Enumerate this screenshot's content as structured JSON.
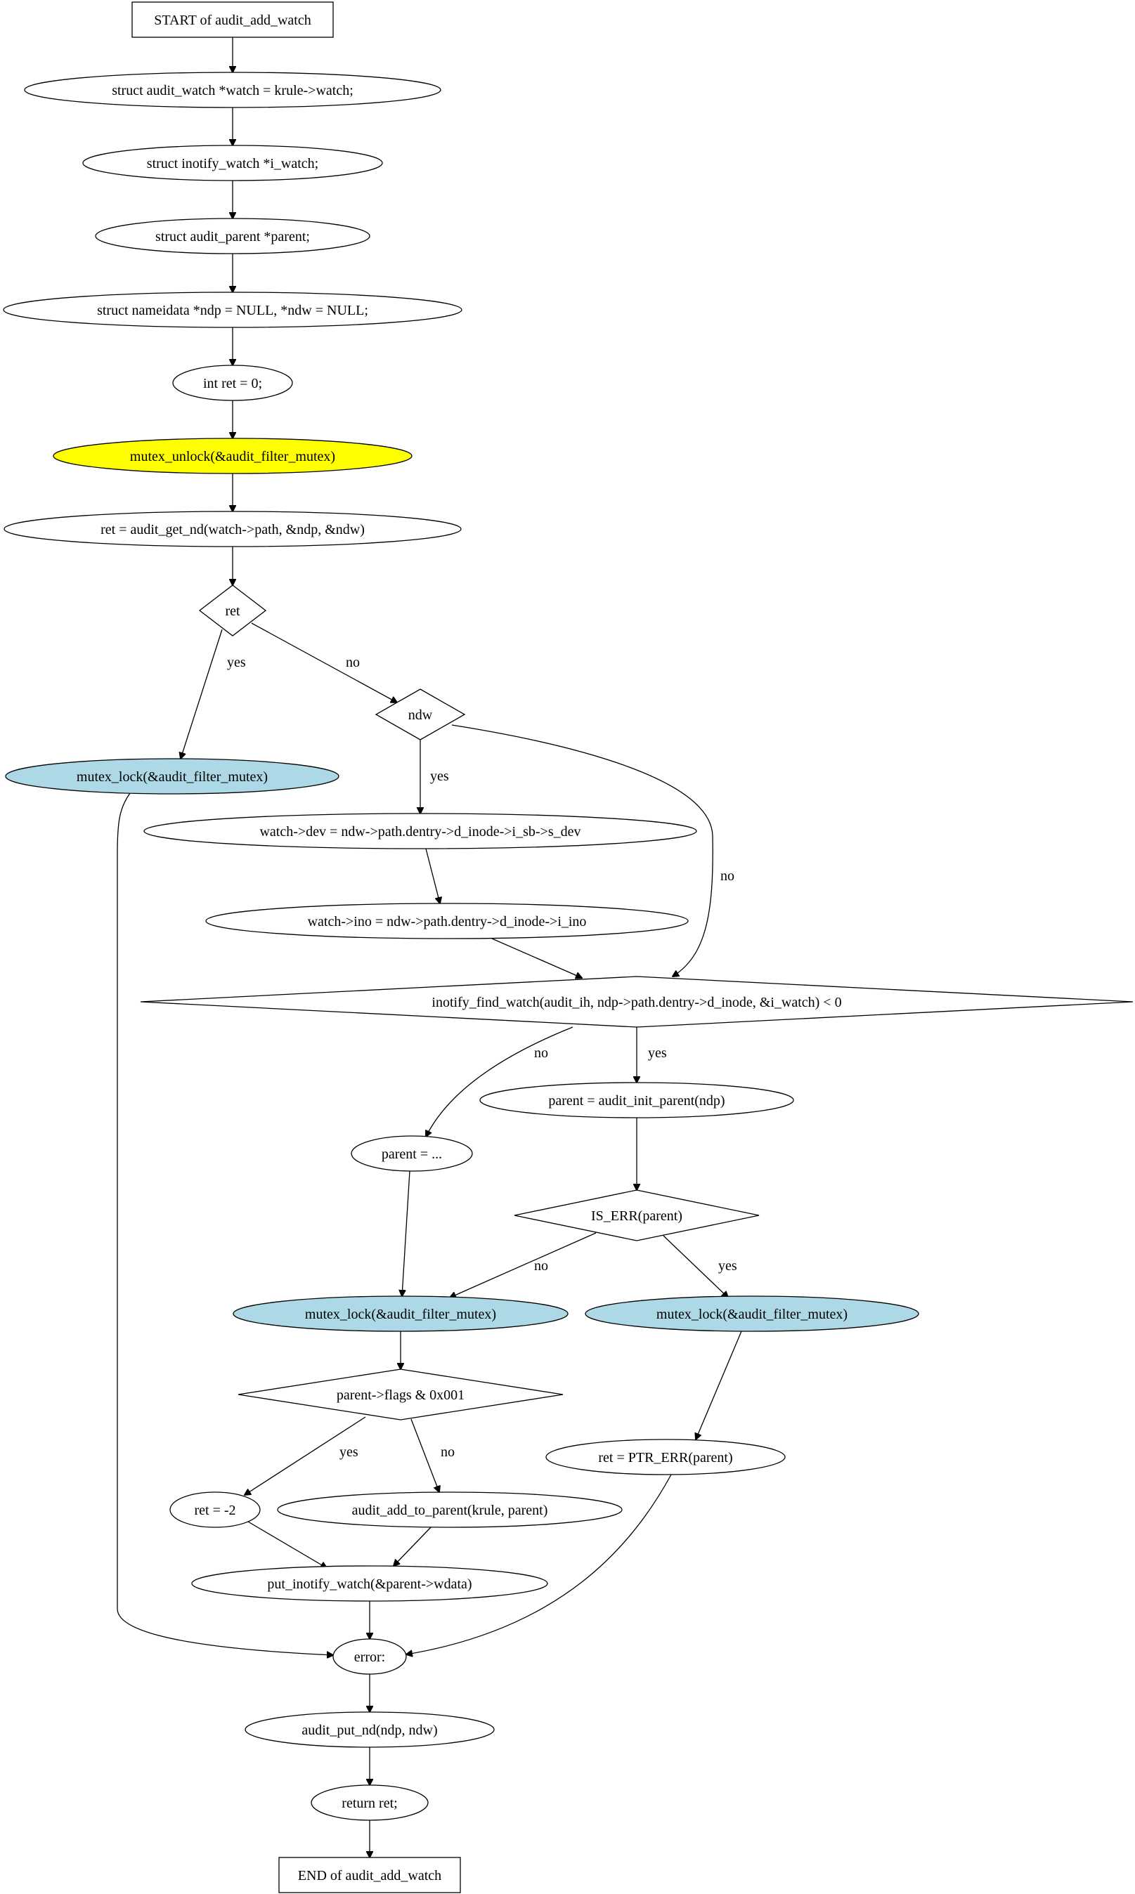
{
  "colors": {
    "default_fill": "#ffffff",
    "yellow_highlight": "#ffff00",
    "lock_blue": "#add8e6",
    "stroke": "#000000"
  },
  "nodes": {
    "start": {
      "label": "START of audit_add_watch",
      "shape": "box"
    },
    "watch_decl": {
      "label": "struct audit_watch *watch = krule->watch;",
      "shape": "ellipse"
    },
    "i_watch_decl": {
      "label": "struct inotify_watch *i_watch;",
      "shape": "ellipse"
    },
    "parent_decl": {
      "label": "struct audit_parent *parent;",
      "shape": "ellipse"
    },
    "ndp_decl": {
      "label": "struct nameidata *ndp = NULL, *ndw = NULL;",
      "shape": "ellipse"
    },
    "ret_decl": {
      "label": "int ret = 0;",
      "shape": "ellipse"
    },
    "mutex_unlock": {
      "label": "mutex_unlock(&audit_filter_mutex)",
      "shape": "ellipse",
      "fill": "yellow_highlight"
    },
    "get_nd": {
      "label": "ret = audit_get_nd(watch->path, &ndp, &ndw)",
      "shape": "ellipse"
    },
    "ret_check": {
      "label": "ret",
      "shape": "diamond"
    },
    "lock_err": {
      "label": "mutex_lock(&audit_filter_mutex)",
      "shape": "ellipse",
      "fill": "lock_blue"
    },
    "ndw_check": {
      "label": "ndw",
      "shape": "diamond"
    },
    "set_dev": {
      "label": "watch->dev = ndw->path.dentry->d_inode->i_sb->s_dev",
      "shape": "ellipse"
    },
    "set_ino": {
      "label": "watch->ino = ndw->path.dentry->d_inode->i_ino",
      "shape": "ellipse"
    },
    "find_watch": {
      "label": "inotify_find_watch(audit_ih, ndp->path.dentry->d_inode, &i_watch) < 0",
      "shape": "diamond"
    },
    "parent_dots": {
      "label": "parent = ...",
      "shape": "ellipse"
    },
    "init_parent": {
      "label": "parent = audit_init_parent(ndp)",
      "shape": "ellipse"
    },
    "is_err": {
      "label": "IS_ERR(parent)",
      "shape": "diamond"
    },
    "lock_main": {
      "label": "mutex_lock(&audit_filter_mutex)",
      "shape": "ellipse",
      "fill": "lock_blue"
    },
    "lock_iserr": {
      "label": "mutex_lock(&audit_filter_mutex)",
      "shape": "ellipse",
      "fill": "lock_blue"
    },
    "flags_check": {
      "label": "parent->flags & 0x001",
      "shape": "diamond"
    },
    "ptr_err": {
      "label": "ret = PTR_ERR(parent)",
      "shape": "ellipse"
    },
    "ret_neg2": {
      "label": "ret = -2",
      "shape": "ellipse"
    },
    "add_to_parent": {
      "label": "audit_add_to_parent(krule, parent)",
      "shape": "ellipse"
    },
    "put_watch": {
      "label": "put_inotify_watch(&parent->wdata)",
      "shape": "ellipse"
    },
    "error": {
      "label": "error:",
      "shape": "ellipse"
    },
    "put_nd": {
      "label": "audit_put_nd(ndp, ndw)",
      "shape": "ellipse"
    },
    "return": {
      "label": "return ret;",
      "shape": "ellipse"
    },
    "end": {
      "label": "END of audit_add_watch",
      "shape": "box"
    }
  },
  "edges": [
    {
      "id": "start-watch_decl",
      "from": "start",
      "to": "watch_decl",
      "label": ""
    },
    {
      "id": "watch_decl-i_watch_decl",
      "from": "watch_decl",
      "to": "i_watch_decl",
      "label": ""
    },
    {
      "id": "i_watch_decl-parent_decl",
      "from": "i_watch_decl",
      "to": "parent_decl",
      "label": ""
    },
    {
      "id": "parent_decl-ndp_decl",
      "from": "parent_decl",
      "to": "ndp_decl",
      "label": ""
    },
    {
      "id": "ndp_decl-ret_decl",
      "from": "ndp_decl",
      "to": "ret_decl",
      "label": ""
    },
    {
      "id": "ret_decl-mutex_unlock",
      "from": "ret_decl",
      "to": "mutex_unlock",
      "label": ""
    },
    {
      "id": "mutex_unlock-get_nd",
      "from": "mutex_unlock",
      "to": "get_nd",
      "label": ""
    },
    {
      "id": "get_nd-ret_check",
      "from": "get_nd",
      "to": "ret_check",
      "label": ""
    },
    {
      "id": "ret_check-lock_err",
      "from": "ret_check",
      "to": "lock_err",
      "label": "yes"
    },
    {
      "id": "ret_check-ndw_check",
      "from": "ret_check",
      "to": "ndw_check",
      "label": "no"
    },
    {
      "id": "ndw_check-set_dev",
      "from": "ndw_check",
      "to": "set_dev",
      "label": "yes"
    },
    {
      "id": "ndw_check-find_watch",
      "from": "ndw_check",
      "to": "find_watch",
      "label": "no"
    },
    {
      "id": "set_dev-set_ino",
      "from": "set_dev",
      "to": "set_ino",
      "label": ""
    },
    {
      "id": "set_ino-find_watch",
      "from": "set_ino",
      "to": "find_watch",
      "label": ""
    },
    {
      "id": "find_watch-parent_dots",
      "from": "find_watch",
      "to": "parent_dots",
      "label": "no"
    },
    {
      "id": "find_watch-init_parent",
      "from": "find_watch",
      "to": "init_parent",
      "label": "yes"
    },
    {
      "id": "init_parent-is_err",
      "from": "init_parent",
      "to": "is_err",
      "label": ""
    },
    {
      "id": "parent_dots-lock_main",
      "from": "parent_dots",
      "to": "lock_main",
      "label": ""
    },
    {
      "id": "is_err-lock_main",
      "from": "is_err",
      "to": "lock_main",
      "label": "no"
    },
    {
      "id": "is_err-lock_iserr",
      "from": "is_err",
      "to": "lock_iserr",
      "label": "yes"
    },
    {
      "id": "lock_main-flags_check",
      "from": "lock_main",
      "to": "flags_check",
      "label": ""
    },
    {
      "id": "lock_iserr-ptr_err",
      "from": "lock_iserr",
      "to": "ptr_err",
      "label": ""
    },
    {
      "id": "flags_check-ret_neg2",
      "from": "flags_check",
      "to": "ret_neg2",
      "label": "yes"
    },
    {
      "id": "flags_check-add_to_parent",
      "from": "flags_check",
      "to": "add_to_parent",
      "label": "no"
    },
    {
      "id": "ret_neg2-put_watch",
      "from": "ret_neg2",
      "to": "put_watch",
      "label": ""
    },
    {
      "id": "add_to_parent-put_watch",
      "from": "add_to_parent",
      "to": "put_watch",
      "label": ""
    },
    {
      "id": "put_watch-error",
      "from": "put_watch",
      "to": "error",
      "label": ""
    },
    {
      "id": "lock_err-error",
      "from": "lock_err",
      "to": "error",
      "label": ""
    },
    {
      "id": "ptr_err-error",
      "from": "ptr_err",
      "to": "error",
      "label": ""
    },
    {
      "id": "error-put_nd",
      "from": "error",
      "to": "put_nd",
      "label": ""
    },
    {
      "id": "put_nd-return",
      "from": "put_nd",
      "to": "return",
      "label": ""
    },
    {
      "id": "return-end",
      "from": "return",
      "to": "end",
      "label": ""
    }
  ]
}
